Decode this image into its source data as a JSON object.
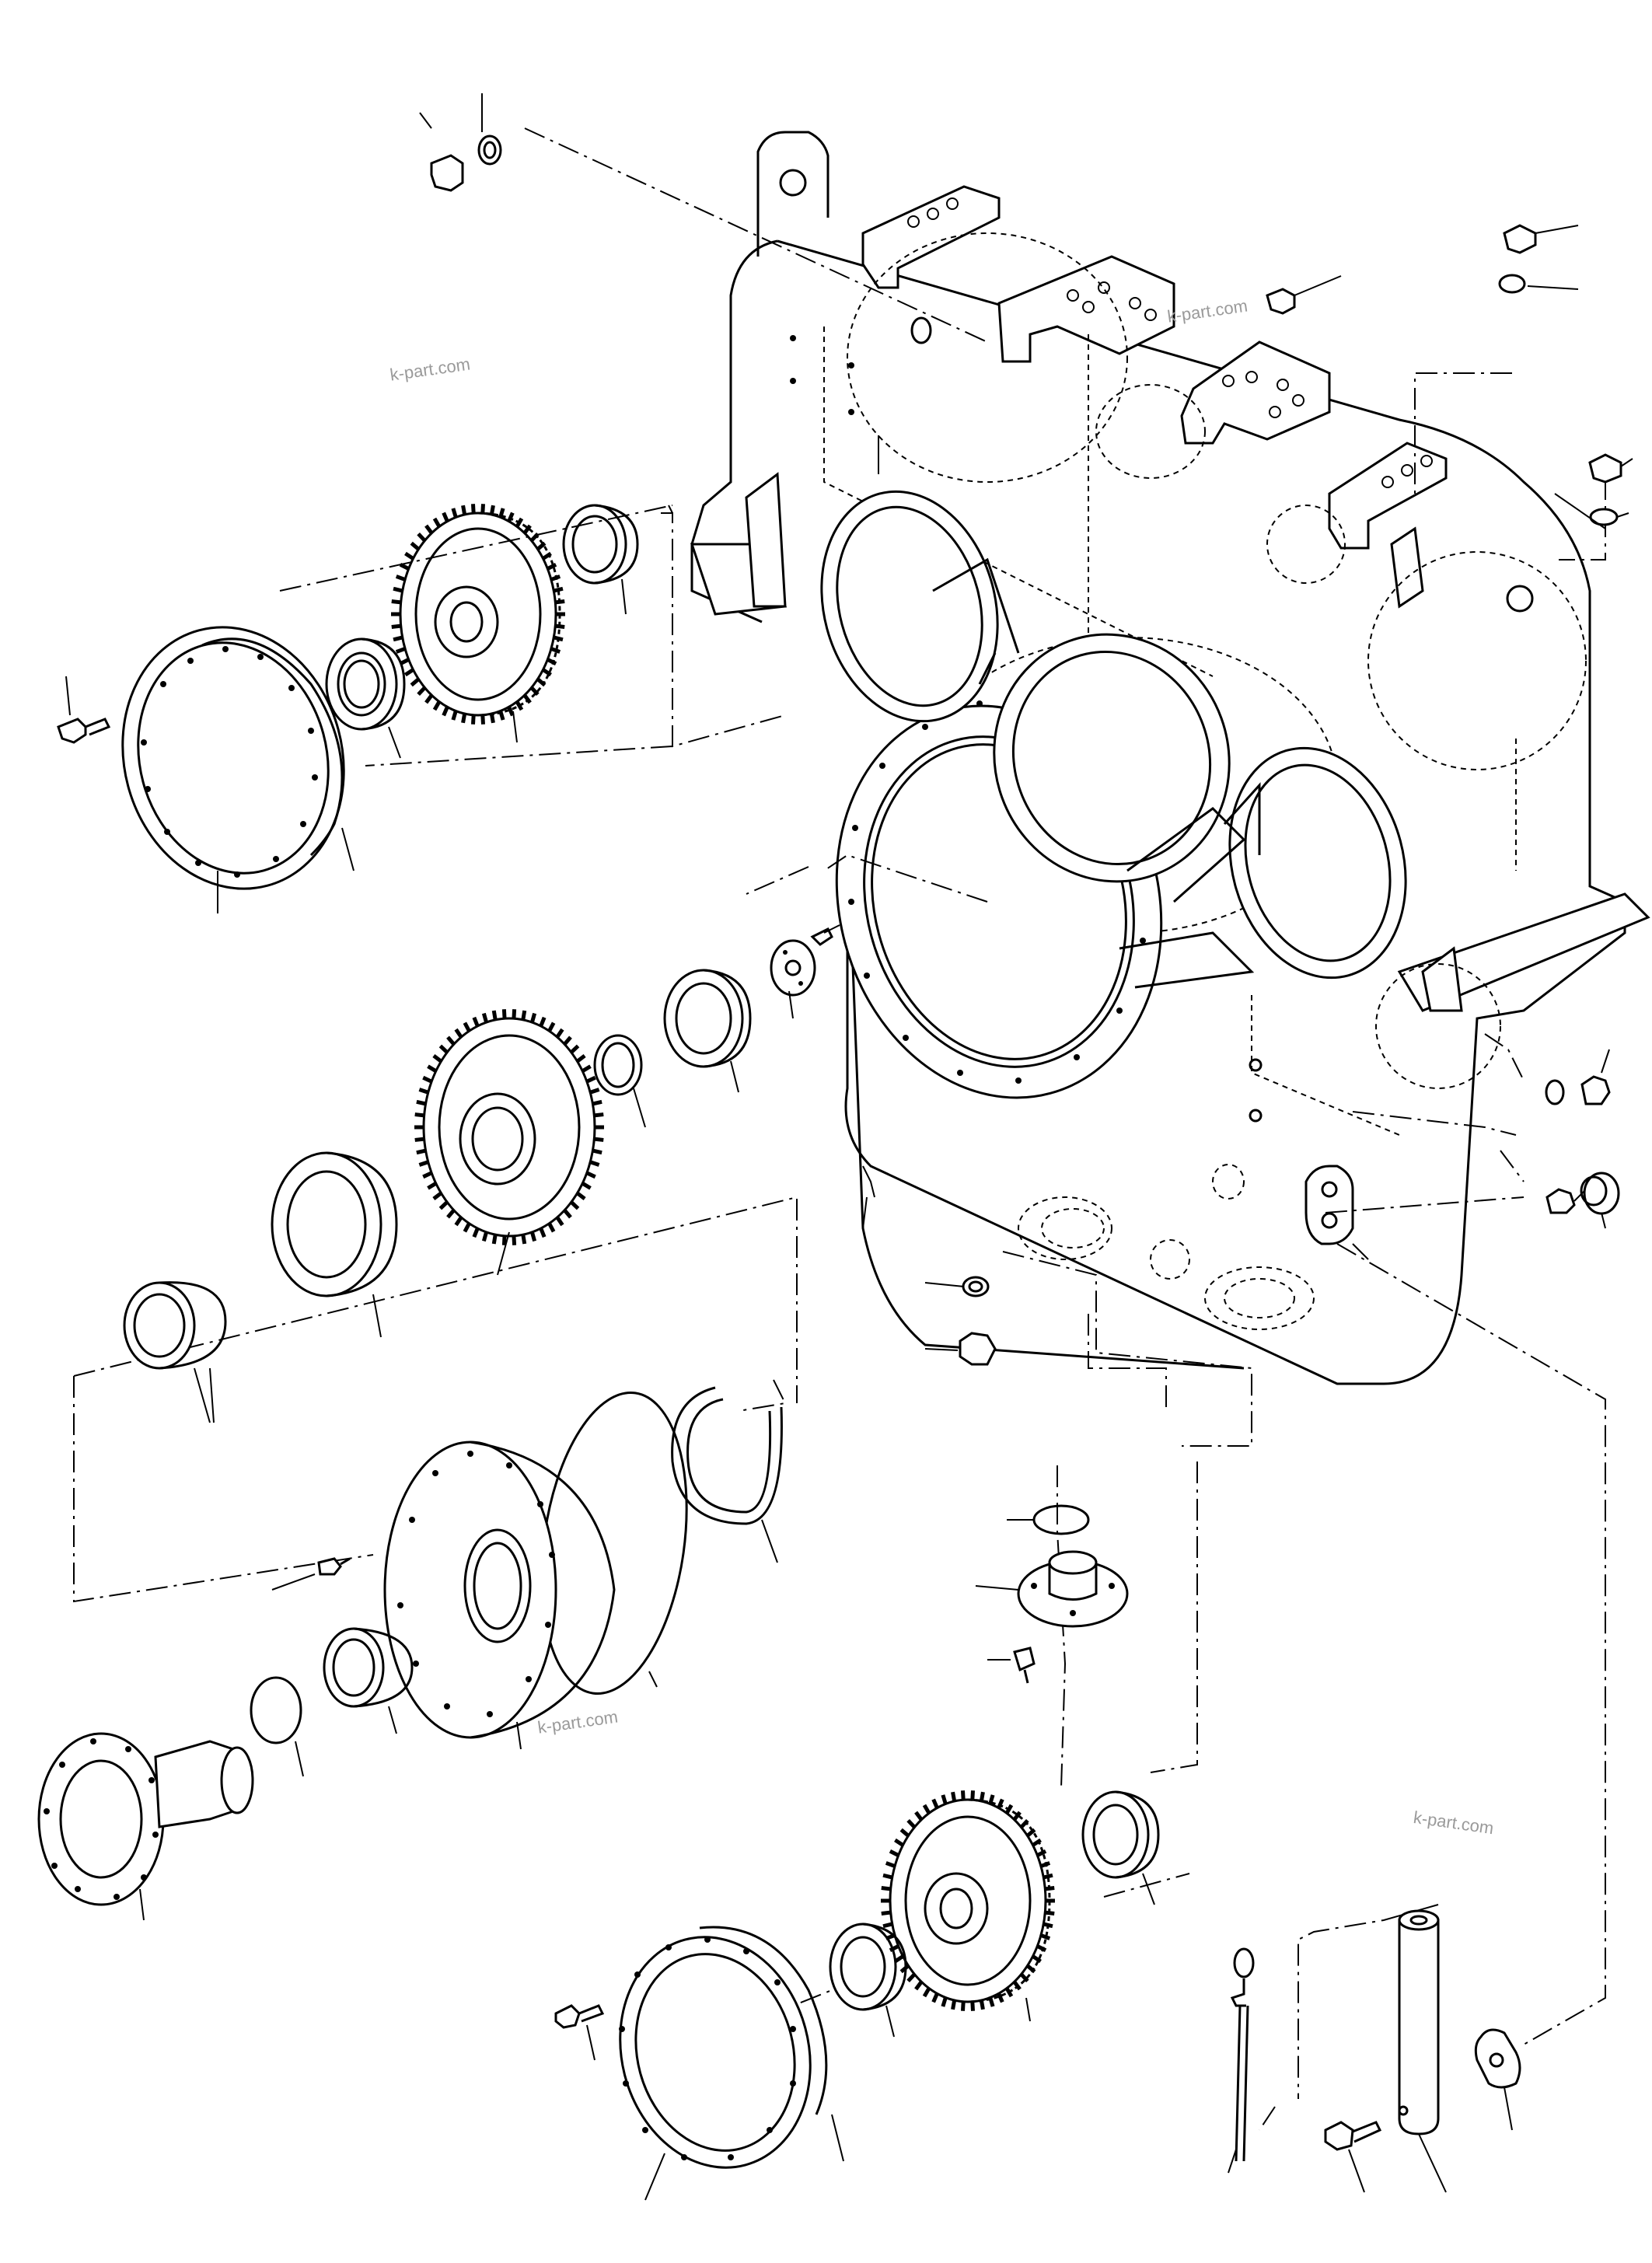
{
  "watermarks": [
    "k-part.com",
    "k-part.com",
    "k-part.com",
    "k-part.com"
  ],
  "icons": [
    "gear-icon",
    "bearing-icon",
    "bolt-icon",
    "washer-icon",
    "plug-icon",
    "dipstick-icon",
    "seal-icon",
    "snap-ring-icon",
    "o-ring-icon",
    "flange-icon",
    "cover-icon",
    "housing-icon"
  ]
}
